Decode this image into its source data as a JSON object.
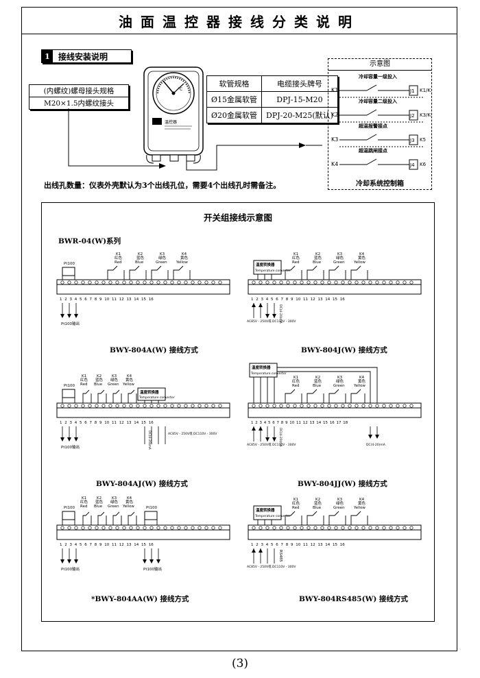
{
  "title": "油面温控器接线分类说明",
  "section": {
    "number": "1",
    "label": "接线安装说明"
  },
  "thread_spec": {
    "header": "(内螺纹)螺母接头规格",
    "value": "M20×1.5内螺纹接头"
  },
  "device": {
    "dial_mark": "°C",
    "brand": "温控器"
  },
  "conduit_table": {
    "headers": [
      "软管规格",
      "电缆接头牌号"
    ],
    "rows": [
      [
        "Ø15金属软管",
        "DPJ-15-M20"
      ],
      [
        "Ø20金属软管",
        "DPJ-20-M25(默认)"
      ]
    ]
  },
  "schematic": {
    "title": "示意图",
    "footer": "冷却系统控制箱",
    "rows": [
      {
        "left": "K1",
        "label": "冷却容量一级投入",
        "box": "J1",
        "right": "K1/K2"
      },
      {
        "left": "K2",
        "label": "冷却容量二级投入",
        "box": "J2",
        "right": "K3/K4"
      },
      {
        "left": "K3",
        "label": "超温报警接点",
        "box": "J3",
        "right": "K5"
      },
      {
        "left": "K4",
        "label": "超温跳闸接点",
        "box": "J4",
        "right": "K6"
      }
    ]
  },
  "outlet_note": "出线孔数量：仪表外壳默认为3个出线孔位，需要4个出线孔时需备注。",
  "wiring_panel": {
    "title": "开关组接线示意图",
    "series": "BWR-04(W)系列",
    "k_labels": [
      {
        "k": "K1",
        "cn": "红色",
        "en": "Red"
      },
      {
        "k": "K2",
        "cn": "蓝色",
        "en": "Blue"
      },
      {
        "k": "K3",
        "cn": "绿色",
        "en": "Green"
      },
      {
        "k": "K4",
        "cn": "黄色",
        "en": "Yellow"
      }
    ],
    "pt100": "Pt100",
    "pt100_out": "Pt100输出",
    "converter_cn": "温度转换器",
    "converter_en": "Temperature converter",
    "power": "AC85V - 250V或 DC110V - 300V",
    "dc_out": "DC(4-20)mA",
    "rs485": "RS485",
    "diagrams": [
      {
        "caption": "BWY-804A(W) 接线方式",
        "terminals": "1 2 3 4 5 6 7 8 9 10 11 12 13 14 15 16"
      },
      {
        "caption": "BWY-804J(W) 接线方式",
        "terminals": "1 2 3 4 5 6 7 8 9 10 11 12 13 14 15 16"
      },
      {
        "caption": "BWY-804AJ(W) 接线方式",
        "terminals": "1 2 3 4 5 6 7 8 9 10 11 12 13 14 15 16"
      },
      {
        "caption": "BWY-804JJ(W) 接线方式",
        "terminals": "1 2 3 4 5 6 7 8 9 10 11 12 13 14 15 16 17 18"
      },
      {
        "caption": "*BWY-804AA(W) 接线方式",
        "terminals": "1 2 3 4 5 6 7 8 9 10 11 12 13 14 15 16"
      },
      {
        "caption": "BWY-804RS485(W) 接线方式",
        "terminals": "1 2 3 4 5 6 7 8 9 10 11 12 13 14 15 16"
      }
    ]
  },
  "page_number": "(3)"
}
